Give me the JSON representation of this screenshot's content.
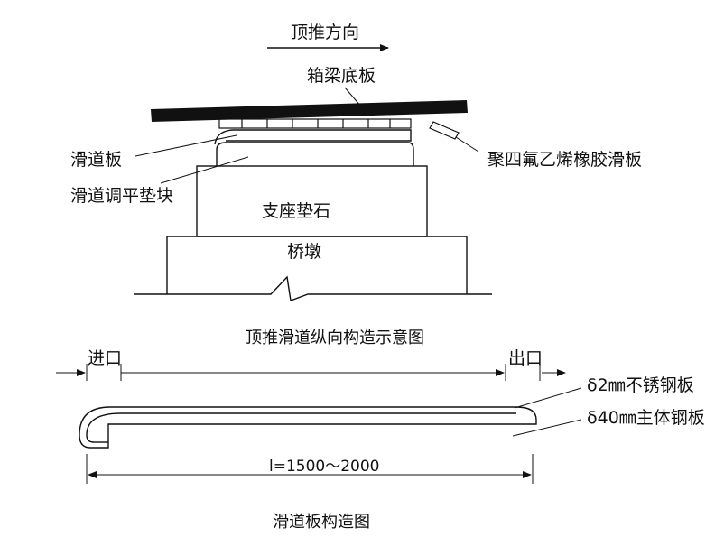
{
  "top_diagram": {
    "push_direction": "顶推方向",
    "box_girder_bottom": "箱梁底板",
    "slide_plate": "滑道板",
    "ptfe_pad": "聚四氟乙烯橡胶滑板",
    "leveling_block": "滑道调平垫块",
    "bearing_stone": "支座垫石",
    "pier": "桥墩",
    "caption": "顶推滑道纵向构造示意图"
  },
  "bottom_diagram": {
    "entrance": "进口",
    "exit": "出口",
    "stainless_plate": "δ2㎜不锈钢板",
    "main_plate": "δ40㎜主体钢板",
    "length": "l=1500～2000",
    "caption": "滑道板构造图"
  },
  "colors": {
    "line": "#111111",
    "background": "#ffffff"
  }
}
